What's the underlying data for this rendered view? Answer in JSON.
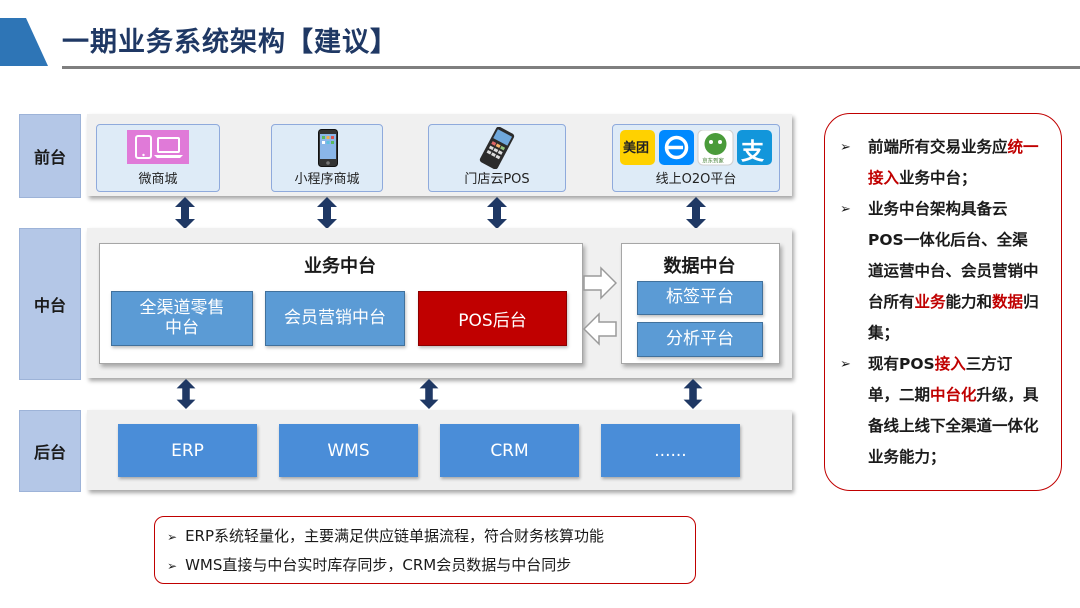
{
  "header": {
    "title": "一期业务系统架构【建议】"
  },
  "colors": {
    "title": "#1f3864",
    "accent": "#2e75b6",
    "highlight": "#c00000",
    "layer_label": "#b4c7e7",
    "card": "#deebf7",
    "block": "#5b9bd5"
  },
  "layers": {
    "front": "前台",
    "middle": "中台",
    "back": "后台"
  },
  "front": {
    "items": [
      {
        "label": "微商城",
        "icon": "tablet-laptop-icon"
      },
      {
        "label": "小程序商城",
        "icon": "smartphone-icon"
      },
      {
        "label": "门店云POS",
        "icon": "pos-terminal-icon"
      },
      {
        "label": "线上O2O平台",
        "icon": "o2o-apps-icon"
      }
    ],
    "o2o_badges": [
      "美团",
      "e",
      "京东到家",
      "支"
    ]
  },
  "middle": {
    "business": {
      "title": "业务中台",
      "items": [
        "全渠道零售\n中台",
        "会员营销中台",
        "POS后台"
      ]
    },
    "data": {
      "title": "数据中台",
      "items": [
        "标签平台",
        "分析平台"
      ]
    }
  },
  "back": {
    "items": [
      "ERP",
      "WMS",
      "CRM",
      "......"
    ]
  },
  "notes_right": [
    [
      {
        "t": "前端所有交易业务应"
      },
      {
        "t": "统一接入",
        "red": true
      },
      {
        "t": "业务中台；"
      }
    ],
    [
      {
        "t": "业务中台架构具备云POS一体化后台、全渠道运营中台、会员营销中台所有"
      },
      {
        "t": "业务",
        "red": true
      },
      {
        "t": "能力和"
      },
      {
        "t": "数据",
        "red": true
      },
      {
        "t": "归集；"
      }
    ],
    [
      {
        "t": "现有POS"
      },
      {
        "t": "接入",
        "red": true
      },
      {
        "t": "三方订单，二期"
      },
      {
        "t": "中台化",
        "red": true
      },
      {
        "t": "升级，具备线上线下全渠道一体化业务能力；"
      }
    ]
  ],
  "notes_bottom": [
    "ERP系统轻量化，主要满足供应链单据流程，符合财务核算功能",
    "WMS直接与中台实时库存同步，CRM会员数据与中台同步"
  ],
  "glyphs": {
    "bullet": "➢"
  }
}
